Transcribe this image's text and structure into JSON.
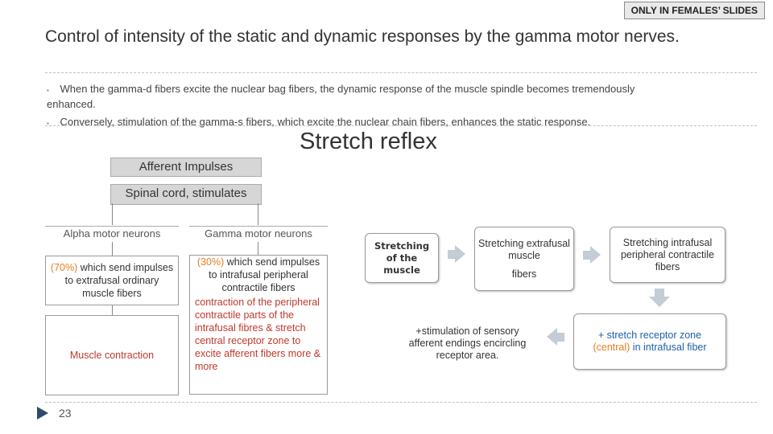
{
  "badge": "ONLY IN FEMALES’ SLIDES",
  "title": "Control of intensity of the static and dynamic responses by the gamma motor nerves.",
  "bullets": [
    {
      "mark": "▪",
      "line1": "When the gamma-d fibers excite the nuclear bag fibers, the  dynamic response of the muscle spindle becomes tremendously",
      "line2": "enhanced."
    },
    {
      "mark": "▪",
      "line1": "Conversely, stimulation of the gamma-s fibers, which excite  the nuclear chain fibers, enhances the     static response."
    }
  ],
  "stretch_reflex_title": "Stretch reflex",
  "left_chart": {
    "afferent": "Afferent Impulses",
    "spinal": "Spinal cord, stimulates",
    "alpha_header": "Alpha motor neurons",
    "gamma_header": "Gamma motor neurons",
    "alpha_pct": "(70%)",
    "alpha_desc": " which send impulses to extrafusal ordinary muscle fibers",
    "gamma_pct": "(30%)",
    "gamma_desc_1": " which send impulses to intrafusal peripheral contractile fibers",
    "gamma_desc_2": "contraction  of the peripheral contractile parts of the intrafusal fibres &  stretch central receptor zone to excite afferent fibers more  & more",
    "muscle_contraction": "Muscle contraction"
  },
  "right_flow": {
    "box1": "Stretching of the muscle",
    "box2_a": "Stretching extrafusal muscle",
    "box2_b": "fibers",
    "box3": "Stretching intrafusal peripheral contractile fibers",
    "box4_a": "+ stretch receptor zone",
    "box4_b": "(central)",
    "box4_c": " in intrafusal  fiber",
    "box5": "+stimulation of sensory afferent endings encircling receptor area."
  },
  "page_number": "23",
  "colors": {
    "accent_red": "#c0392b",
    "accent_orange": "#e67e22",
    "accent_blue": "#1f5fa8"
  }
}
